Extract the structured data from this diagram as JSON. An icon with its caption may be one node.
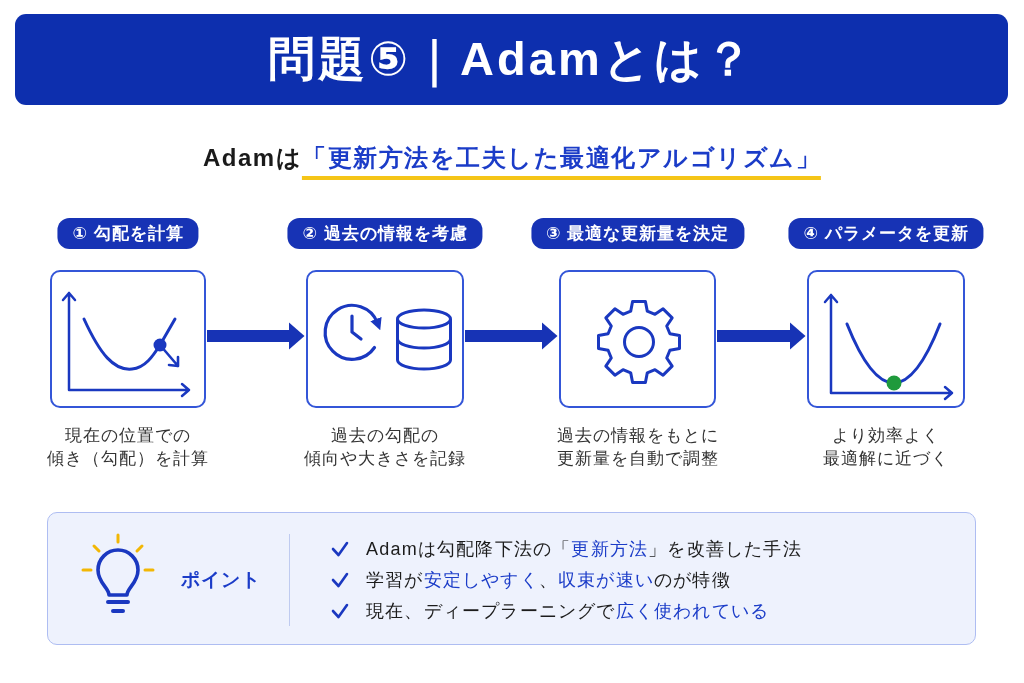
{
  "diagram": {
    "title": "問題⑤｜Adamとは？",
    "nodes": [
      {
        "text": [
          "① 勾配を計算"
        ],
        "beside": [
          "現在の位置での傾き（勾配）を計算"
        ]
      },
      {
        "text": [
          "② 過去の情報を考慮"
        ],
        "beside": [
          "過去の勾配の傾向や大きさを記録"
        ]
      },
      {
        "text": [
          "③ 最適な更新量を決定"
        ],
        "beside": [
          "過去の情報をもとに更新量を自動で調整"
        ]
      },
      {
        "text": [
          "④ パラメータを更新"
        ],
        "beside": [
          "より効率よく最適解に近づく"
        ]
      },
      {
        "text": [
          "ポイント",
          "Adamは勾配降下法の「**更新方法**」を改善した手法",
          "学習が**安定しやすく**、**収束が速い**のが特徴",
          "現在、ディープラーニングで**広く使われている**"
        ]
      }
    ],
    "edges": [
      {
        "from": 0,
        "to": 1,
        "arrow": "to"
      },
      {
        "from": 1,
        "to": 2,
        "arrow": "to"
      },
      {
        "from": 2,
        "to": 3,
        "arrow": "to"
      }
    ],
    "labels": [
      "Adamは**「更新方法を工夫した最適化アルゴリズム」**"
    ]
  }
}
